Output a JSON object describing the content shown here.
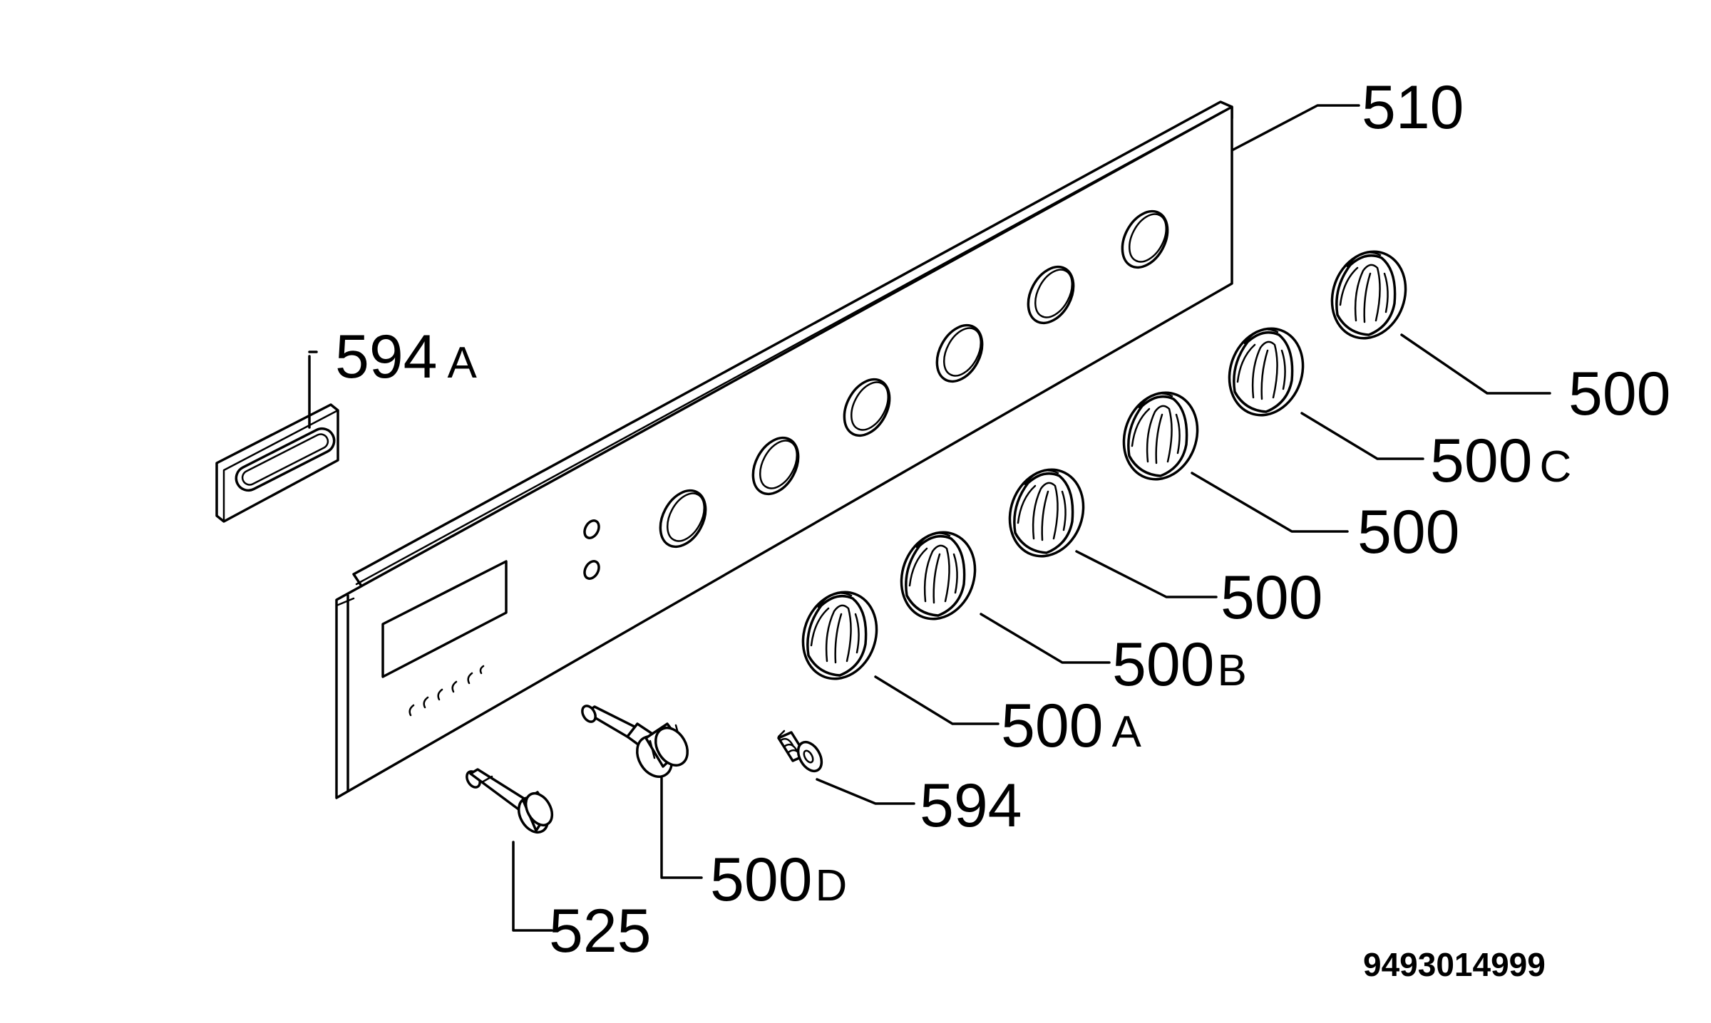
{
  "callouts": {
    "panel": {
      "num": "510",
      "suffix": ""
    },
    "bracket": {
      "num": "594",
      "suffix": "A"
    },
    "knob_1": {
      "num": "500",
      "suffix": ""
    },
    "knob_2": {
      "num": "500",
      "suffix": "C"
    },
    "knob_3": {
      "num": "500",
      "suffix": ""
    },
    "knob_4": {
      "num": "500",
      "suffix": ""
    },
    "knob_5": {
      "num": "500",
      "suffix": "B"
    },
    "knob_6": {
      "num": "500",
      "suffix": "A"
    },
    "spring": {
      "num": "594",
      "suffix": ""
    },
    "shaft": {
      "num": "500",
      "suffix": "D"
    },
    "button": {
      "num": "525",
      "suffix": ""
    }
  },
  "drawing_number": "9493014999"
}
